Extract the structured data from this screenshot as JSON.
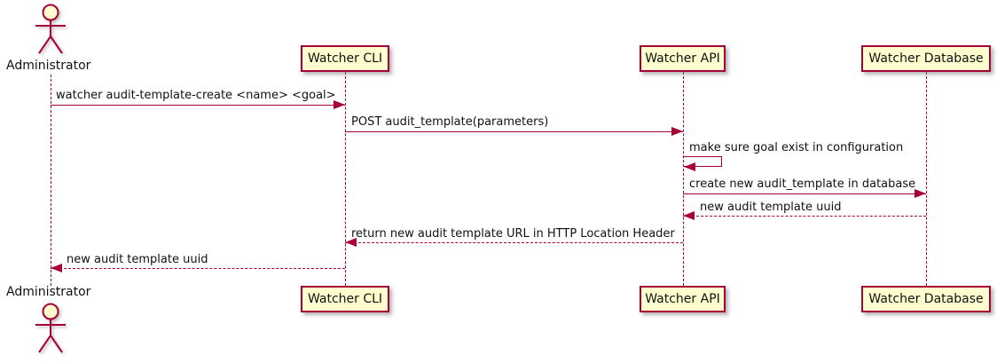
{
  "diagram": {
    "type": "sequence-diagram",
    "style": "plantuml"
  },
  "colors": {
    "stroke": "#A80036",
    "participant_fill": "#FEFECE",
    "text": "#111111",
    "background": "#FFFFFF"
  },
  "participants": [
    {
      "name": "Administrator",
      "kind": "actor"
    },
    {
      "name": "Watcher CLI",
      "kind": "participant"
    },
    {
      "name": "Watcher API",
      "kind": "participant"
    },
    {
      "name": "Watcher Database",
      "kind": "participant"
    }
  ],
  "messages": [
    {
      "from": "Administrator",
      "to": "Watcher CLI",
      "label": "watcher audit-template-create <name> <goal>",
      "line": "solid",
      "direction": "right"
    },
    {
      "from": "Watcher CLI",
      "to": "Watcher API",
      "label": "POST audit_template(parameters)",
      "line": "solid",
      "direction": "right"
    },
    {
      "from": "Watcher API",
      "to": "Watcher API",
      "label": "make sure goal exist in configuration",
      "line": "solid",
      "direction": "self"
    },
    {
      "from": "Watcher API",
      "to": "Watcher Database",
      "label": "create new audit_template in database",
      "line": "solid",
      "direction": "right"
    },
    {
      "from": "Watcher Database",
      "to": "Watcher API",
      "label": "new audit template uuid",
      "line": "dashed",
      "direction": "left"
    },
    {
      "from": "Watcher API",
      "to": "Watcher CLI",
      "label": "return new audit template URL in HTTP Location Header",
      "line": "dashed",
      "direction": "left"
    },
    {
      "from": "Watcher CLI",
      "to": "Administrator",
      "label": "new audit template uuid",
      "line": "dashed",
      "direction": "left"
    }
  ]
}
